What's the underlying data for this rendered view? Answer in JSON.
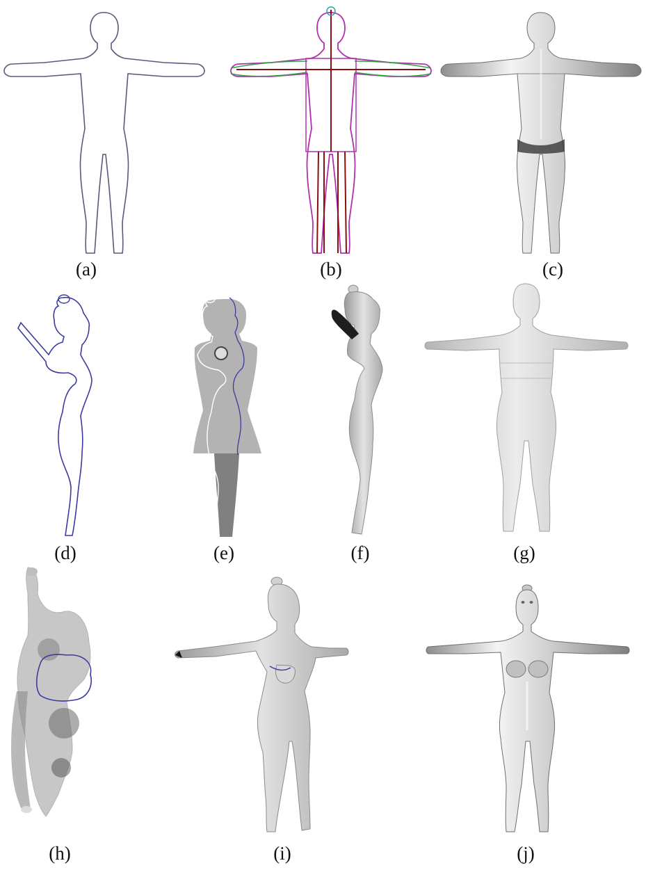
{
  "figure": {
    "panels": [
      {
        "id": "a",
        "label": "(a)"
      },
      {
        "id": "b",
        "label": "(b)"
      },
      {
        "id": "c",
        "label": "(c)"
      },
      {
        "id": "d",
        "label": "(d)"
      },
      {
        "id": "e",
        "label": "(e)"
      },
      {
        "id": "f",
        "label": "(f)"
      },
      {
        "id": "g",
        "label": "(g)"
      },
      {
        "id": "h",
        "label": "(h)"
      },
      {
        "id": "i",
        "label": "(i)"
      },
      {
        "id": "j",
        "label": "(j)"
      }
    ]
  },
  "colors": {
    "outline": "#5a5a7a",
    "side_outline": "#3a3aa0",
    "magenta": "#b030b0",
    "dark_red": "#8a1010",
    "green": "#30a040",
    "mesh_light": "#e6e6e6",
    "mesh_mid": "#bdbdbd",
    "mesh_dark": "#7a7a7a"
  }
}
